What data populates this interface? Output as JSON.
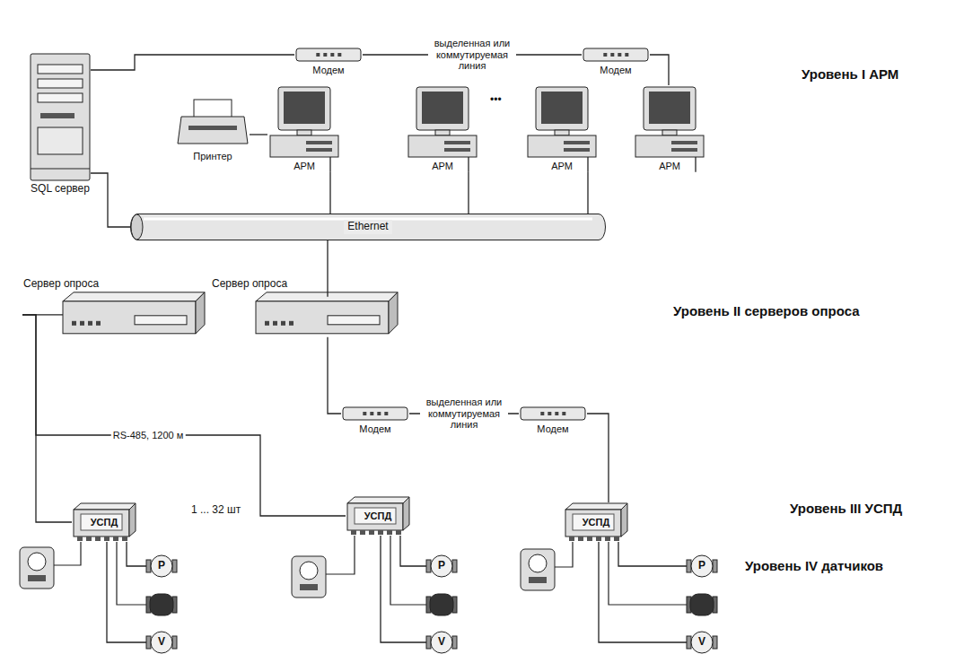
{
  "diagram": {
    "nodes": [
      {
        "text": [
          "SQL сервер"
        ]
      },
      {
        "text": [
          "Модем"
        ]
      },
      {
        "text": [
          "Модем"
        ]
      },
      {
        "text": [
          "Принтер"
        ]
      },
      {
        "text": [
          "АРМ"
        ]
      },
      {
        "text": [
          "АРМ"
        ]
      },
      {
        "text": [
          "АРМ"
        ]
      },
      {
        "text": [
          "АРМ"
        ]
      },
      {
        "text": [
          "Ethernet"
        ]
      },
      {
        "text": [
          "Сервер опроса"
        ]
      },
      {
        "text": [
          "Сервер опроса"
        ]
      },
      {
        "text": [
          "Модем"
        ]
      },
      {
        "text": [
          "Модем"
        ]
      },
      {
        "text": [
          "УСПД"
        ]
      },
      {
        "text": [
          "УСПД"
        ]
      },
      {
        "text": [
          "УСПД"
        ]
      },
      {
        "text": [
          "P"
        ]
      },
      {
        "text": [
          "V"
        ]
      },
      {
        "text": [
          "P"
        ]
      },
      {
        "text": [
          "V"
        ]
      },
      {
        "text": [
          "P"
        ]
      },
      {
        "text": [
          "V"
        ]
      }
    ],
    "edges": [
      {
        "from": 0,
        "to": 1,
        "arrow": "none"
      },
      {
        "from": 1,
        "to": 2,
        "label": "выделенная или коммутируемая линия",
        "arrow": "none"
      },
      {
        "from": 2,
        "to": 7,
        "arrow": "none"
      },
      {
        "from": 3,
        "to": 4,
        "arrow": "none"
      },
      {
        "from": 0,
        "to": 8,
        "arrow": "none"
      },
      {
        "from": 4,
        "to": 8,
        "arrow": "none"
      },
      {
        "from": 5,
        "to": 8,
        "arrow": "none"
      },
      {
        "from": 6,
        "to": 8,
        "arrow": "none"
      },
      {
        "from": 8,
        "to": 10,
        "arrow": "none"
      },
      {
        "from": 9,
        "to": 13,
        "arrow": "none"
      },
      {
        "from": 9,
        "to": 14,
        "label": "RS-485, 1200 м",
        "arrow": "none"
      },
      {
        "from": 10,
        "to": 11,
        "arrow": "none"
      },
      {
        "from": 11,
        "to": 12,
        "label": "выделенная или коммутируемая линия",
        "arrow": "none"
      },
      {
        "from": 12,
        "to": 15,
        "arrow": "none"
      },
      {
        "from": 13,
        "to": 16,
        "arrow": "none"
      },
      {
        "from": 13,
        "to": 17,
        "arrow": "none"
      },
      {
        "from": 14,
        "to": 18,
        "arrow": "none"
      },
      {
        "from": 14,
        "to": 19,
        "arrow": "none"
      },
      {
        "from": 15,
        "to": 20,
        "arrow": "none"
      },
      {
        "from": 15,
        "to": 21,
        "arrow": "none"
      }
    ],
    "labels": [
      "•••",
      "1 ... 32 шт",
      "Уровень I АРМ",
      "Уровень II серверов опроса",
      "Уровень III УСПД",
      "Уровень IV датчиков"
    ]
  }
}
